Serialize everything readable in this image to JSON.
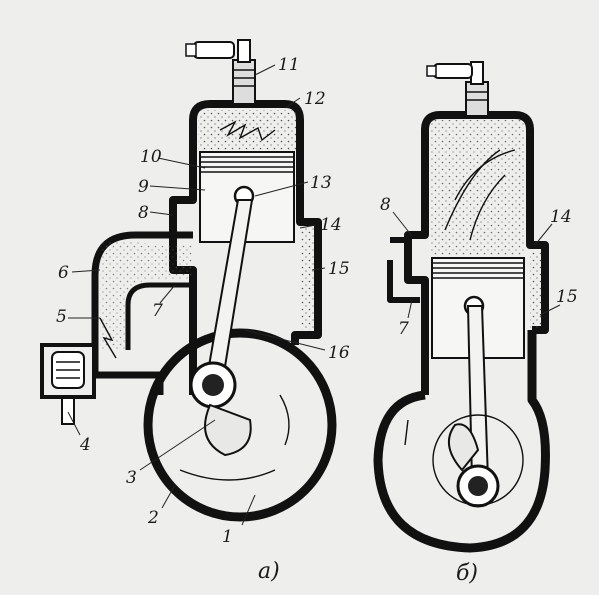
{
  "diagram_a": {
    "labels": [
      "1",
      "2",
      "3",
      "4",
      "5",
      "6",
      "7",
      "8",
      "9",
      "10",
      "11",
      "12",
      "13",
      "14",
      "15",
      "16"
    ],
    "caption": "a)"
  },
  "diagram_b": {
    "labels": [
      "7",
      "8",
      "14",
      "15"
    ],
    "caption": "б)"
  },
  "colors": {
    "background": "#eeeeec",
    "ink": "#111111",
    "stipple": "#555555"
  }
}
